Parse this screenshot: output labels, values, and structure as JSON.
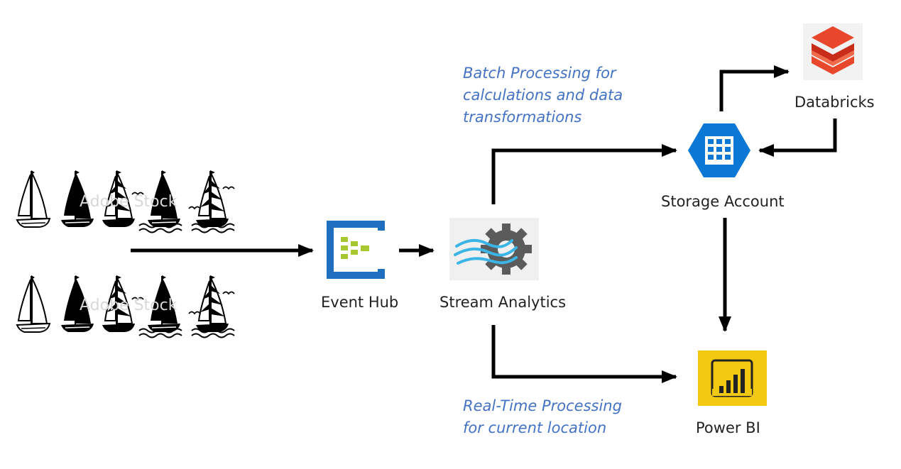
{
  "nodes": {
    "event_hub": {
      "label": "Event Hub"
    },
    "stream_analytics": {
      "label": "Stream Analytics"
    },
    "storage_account": {
      "label": "Storage Account"
    },
    "databricks": {
      "label": "Databricks"
    },
    "power_bi": {
      "label": "Power BI"
    }
  },
  "annotations": {
    "batch": [
      "Batch Processing for",
      "calculations and data",
      "transformations"
    ],
    "realtime": [
      "Real-Time Processing",
      "for current location"
    ]
  },
  "watermark": {
    "text": "Adobe Stock"
  },
  "colors": {
    "note_text": "#4472c4",
    "arrow": "#000000",
    "event_hub_blue": "#1e6fbf",
    "event_hub_green": "#a8c832",
    "storage_blue": "#0a78d4",
    "power_bi_yellow": "#f2c811",
    "databricks_red": "#e8472b"
  },
  "icons": [
    "sailboat-icon",
    "event-hub-icon",
    "stream-analytics-icon",
    "storage-account-icon",
    "databricks-icon",
    "power-bi-icon"
  ]
}
